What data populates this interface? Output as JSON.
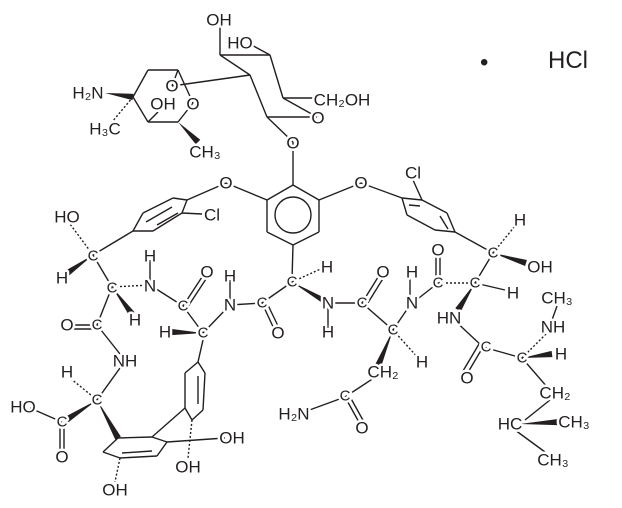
{
  "title": "Vancomycin hydrochloride structure",
  "salt": {
    "dot": "•",
    "counterion": "HCl"
  },
  "atoms": [
    "OH",
    "HO",
    "H₂N",
    "O",
    "OH",
    "O",
    "CH₂OH",
    "O",
    "H₃C",
    "CH₃",
    "O",
    "O",
    "O",
    "Cl",
    "HO",
    "Cl",
    "H",
    "C",
    "H",
    "C",
    "H",
    "N",
    "O",
    "H",
    "N",
    "C",
    "C",
    "O",
    "C",
    "H",
    "N",
    "H",
    "C",
    "O",
    "H",
    "N",
    "C",
    "O",
    "C",
    "H",
    "C",
    "OH",
    "CH₃",
    "H",
    "O",
    "C",
    "H",
    "C",
    "NH",
    "HN",
    "C",
    "C",
    "C",
    "H",
    "NH",
    "H",
    "CH₂",
    "O",
    "CH₂",
    "C",
    "HO",
    "C",
    "H₂N",
    "C",
    "HC",
    "CH₃",
    "O",
    "OH",
    "O",
    "OH",
    "CH₃",
    "OH",
    "H"
  ],
  "colors": {
    "ink": "#231f20",
    "background": "#ffffff"
  }
}
